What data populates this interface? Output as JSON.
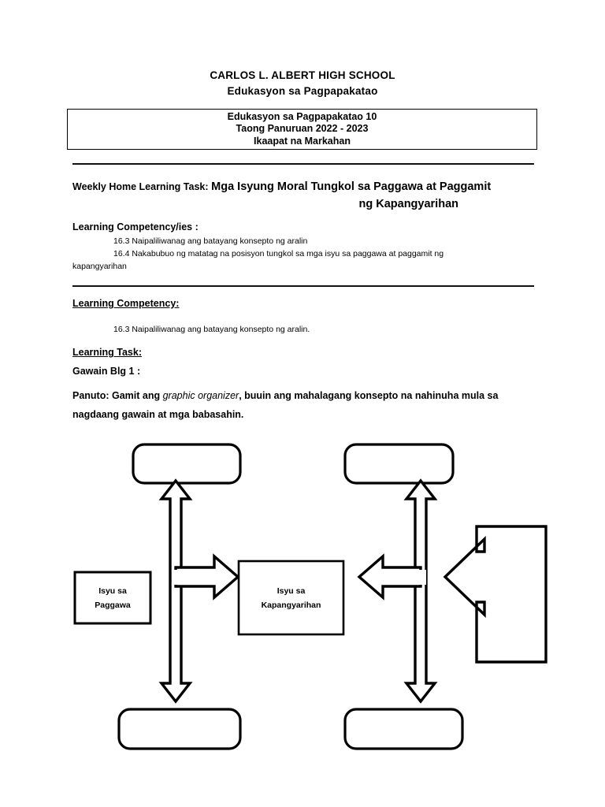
{
  "header": {
    "school": "CARLOS L. ALBERT HIGH SCHOOL",
    "subject": "Edukasyon sa Pagpapakatao"
  },
  "info_table": {
    "line1": "Edukasyon sa Pagpapakatao 10",
    "line2": "Taong Panuruan 2022 - 2023",
    "line3": "Ikaapat na Markahan"
  },
  "title": {
    "lead": "Weekly Home Learning Task:",
    "main_line1": "Mga Isyung Moral Tungkol sa Paggawa at Paggamit",
    "main_line2": "ng Kapangyarihan"
  },
  "competencies": {
    "heading": "Learning Competency/ies :",
    "items": [
      "16.3 Naipaliliwanag ang batayang konsepto ng aralin",
      "16.4 Nakabubuo ng matatag na posisyon tungkol sa mga isyu sa paggawa at paggamit ng",
      "kapangyarihan"
    ]
  },
  "learning_competency": {
    "heading": "Learning Competency:",
    "item": "16.3 Naipaliliwanag ang batayang konsepto ng aralin."
  },
  "learning_task": {
    "heading": "Learning Task:",
    "gawain": "Gawain Blg 1 :",
    "panuto_label": "Panuto:",
    "panuto_part1": " Gamit ang ",
    "panuto_italic": "graphic organizer",
    "panuto_part2": ", buuin ang mahalagang konsepto na nahinuha mula sa nagdaang gawain at mga babasahin."
  },
  "organizer": {
    "center_box": {
      "line1": "Isyu sa",
      "line2": "Kapangyarihan"
    },
    "left_box": {
      "line1": "Isyu sa",
      "line2": "Paggawa"
    },
    "blank_boxes": [
      {
        "id": "top-left",
        "text": ""
      },
      {
        "id": "top-right",
        "text": ""
      },
      {
        "id": "bottom-left",
        "text": ""
      },
      {
        "id": "bottom-right",
        "text": ""
      },
      {
        "id": "right-arrow-box",
        "text": ""
      }
    ],
    "stroke_color": "#000000"
  }
}
